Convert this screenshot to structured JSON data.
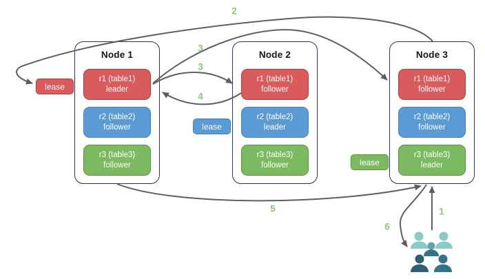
{
  "nodes": [
    {
      "title": "Node 1",
      "replicas": [
        {
          "label": "r1 (table1)",
          "role": "leader"
        },
        {
          "label": "r2 (table2)",
          "role": "follower"
        },
        {
          "label": "r3 (table3)",
          "role": "follower"
        }
      ]
    },
    {
      "title": "Node 2",
      "replicas": [
        {
          "label": "r1 (table1)",
          "role": "follower"
        },
        {
          "label": "r2 (table2)",
          "role": "leader"
        },
        {
          "label": "r3 (table3)",
          "role": "follower"
        }
      ]
    },
    {
      "title": "Node 3",
      "replicas": [
        {
          "label": "r1 (table1)",
          "role": "follower"
        },
        {
          "label": "r2 (table2)",
          "role": "follower"
        },
        {
          "label": "r3 (table3)",
          "role": "leader"
        }
      ]
    }
  ],
  "leases": {
    "red": "lease",
    "blue": "lease",
    "green": "lease"
  },
  "steps": {
    "s1": "1",
    "s2": "2",
    "s3a": "3",
    "s3b": "3",
    "s4": "4",
    "s5": "5",
    "s6": "6"
  },
  "colors": {
    "red_fill": "#da5b5b",
    "red_border": "#ae3f3c",
    "blue_fill": "#5b9bd5",
    "blue_border": "#4a7fbf",
    "green_fill": "#7cba62",
    "green_border": "#5b9141",
    "node_border": "#23355f",
    "arrow": "#5e5e5e",
    "step_label": "#90c47a",
    "users_light_teal": "#8ccaca",
    "users_mid_teal": "#5fa3b0",
    "users_mid_body": "#3b7186",
    "users_dark_left": "#2e5f72",
    "users_dark_right": "#34748a"
  }
}
